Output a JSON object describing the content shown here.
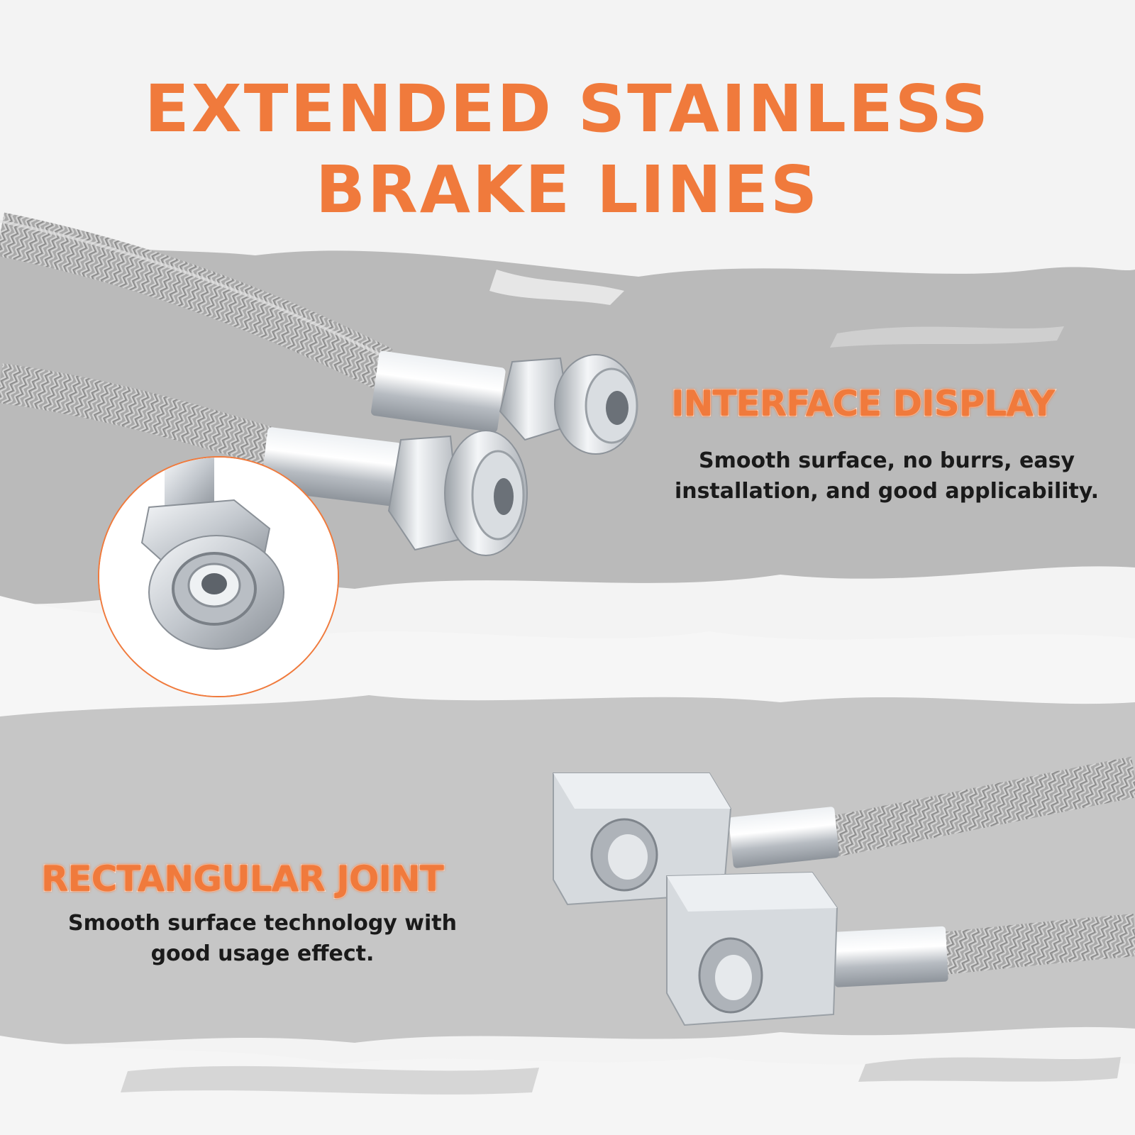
{
  "title": {
    "line1": "EXTENDED STAINLESS",
    "line2": "BRAKE LINES"
  },
  "features": [
    {
      "heading": "INTERFACE DISPLAY",
      "description_line1": "Smooth surface, no burrs, easy",
      "description_line2": "installation, and good applicability."
    },
    {
      "heading": "RECTANGULAR JOINT",
      "description_line1": "Smooth surface technology with",
      "description_line2": "good usage effect."
    }
  ],
  "colors": {
    "accent": "#f07a3c",
    "background": "#f3f3f3",
    "brush": "#b5b5b5",
    "metal": "#c8cdd3",
    "text": "#1a1a1a"
  },
  "icons": [
    "braided-hose",
    "banjo-fitting",
    "rectangular-joint-block",
    "zoom-detail-circle"
  ]
}
